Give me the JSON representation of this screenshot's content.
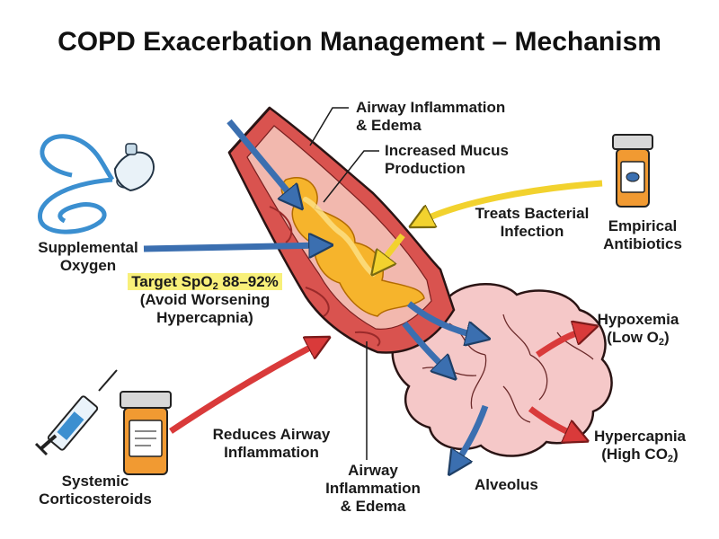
{
  "title": "COPD Exacerbation Management – Mechanism",
  "labels": {
    "airway_top_1": "Airway Inflammation",
    "airway_top_2": "& Edema",
    "mucus_1": "Increased Mucus",
    "mucus_2": "Production",
    "oxygen_1": "Supplemental",
    "oxygen_2": "Oxygen",
    "target_pre": "Target SpO",
    "target_sub": "2",
    "target_post": " 88–92%",
    "avoid_1": "(Avoid Worsening",
    "avoid_2": "Hypercapnia)",
    "bact_1": "Treats Bacterial",
    "bact_2": "Infection",
    "antibiotics_1": "Empirical",
    "antibiotics_2": "Antibiotics",
    "hypoxemia_1": "Hypoxemia",
    "hypoxemia_2_pre": "(Low O",
    "hypoxemia_2_sub": "2",
    "hypoxemia_2_post": ")",
    "hypercapnia_1": "Hypercapnia",
    "hypercapnia_2_pre": "(High CO",
    "hypercapnia_2_sub": "2",
    "hypercapnia_2_post": ")",
    "reduces_1": "Reduces Airway",
    "reduces_2": "Inflammation",
    "airway_bottom_1": "Airway",
    "airway_bottom_2": "Inflammation",
    "airway_bottom_3": "& Edema",
    "alveolus": "Alveolus",
    "steroids_1": "Systemic",
    "steroids_2": "Corticosteroids"
  },
  "colors": {
    "airway_wall": "#d9534f",
    "airway_inner": "#f2b8ae",
    "mucus": "#f6b42c",
    "alveolus": "#f5c8c8",
    "blue_arrow": "#3b6fb0",
    "yellow_arrow": "#f2d22e",
    "red_arrow": "#d93a3a",
    "highlight": "#f8f07a"
  },
  "icons": [
    "oxygen-mask-icon",
    "antibiotic-bottle-icon",
    "syringe-icon",
    "corticosteroid-bottle-icon"
  ]
}
